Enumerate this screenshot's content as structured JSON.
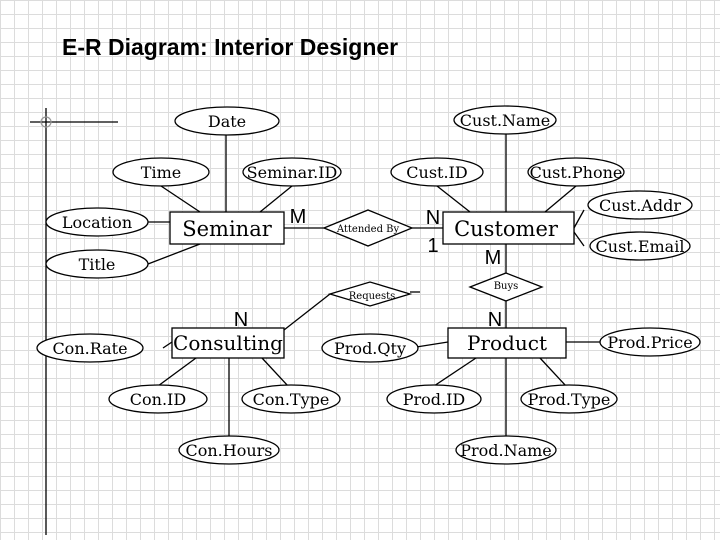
{
  "title": "E-R Diagram: Interior Designer",
  "entities": {
    "seminar": "Seminar",
    "customer": "Customer",
    "consulting": "Consulting",
    "product": "Product"
  },
  "relationships": {
    "attended_by": "Attended By",
    "requests": "Requests",
    "buys": "Buys"
  },
  "attributes": {
    "date": "Date",
    "time": "Time",
    "seminar_id": "Seminar.ID",
    "location": "Location",
    "title": "Title",
    "cust_name": "Cust.Name",
    "cust_id": "Cust.ID",
    "cust_phone": "Cust.Phone",
    "cust_addr": "Cust.Addr",
    "cust_email": "Cust.Email",
    "con_rate": "Con.Rate",
    "con_id": "Con.ID",
    "con_type": "Con.Type",
    "con_hours": "Con.Hours",
    "prod_qty": "Prod.Qty",
    "prod_id": "Prod.ID",
    "prod_type": "Prod.Type",
    "prod_name": "Prod.Name",
    "prod_price": "Prod.Price"
  },
  "cardinalities": {
    "seminar_m": "M",
    "customer_n": "N",
    "customer_1": "1",
    "customer_m": "M",
    "consulting_n": "N",
    "product_n": "N"
  }
}
